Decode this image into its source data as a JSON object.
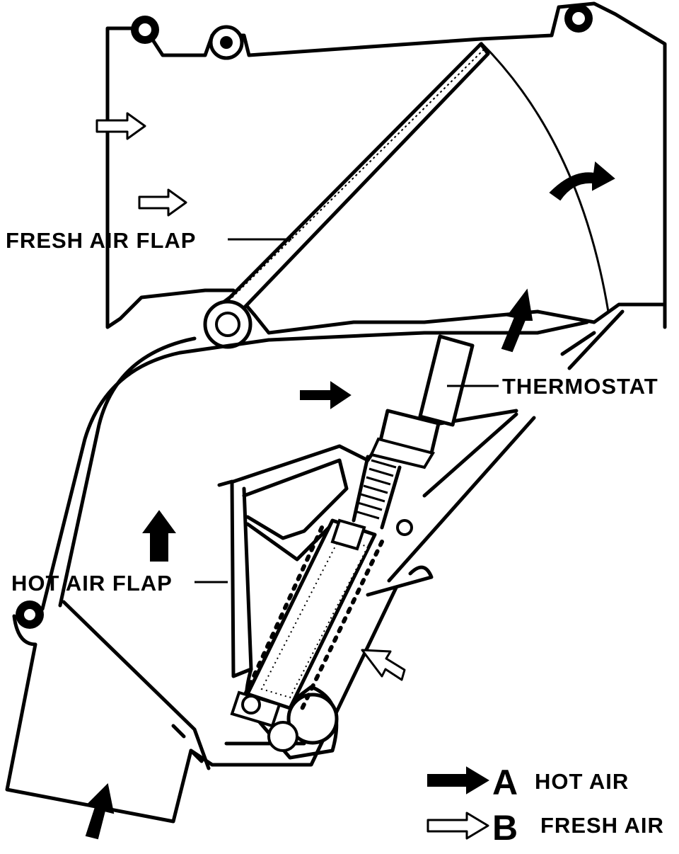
{
  "labels": {
    "fresh_air_flap": "FRESH AIR FLAP",
    "thermostat": "THERMOSTAT",
    "hot_air_flap": "HOT AIR FLAP"
  },
  "legend": {
    "hot_air": {
      "letter": "A",
      "text": "HOT AIR"
    },
    "fresh_air": {
      "letter": "B",
      "text": "FRESH AIR"
    }
  },
  "colors": {
    "ink": "#000000",
    "paper": "#ffffff"
  }
}
